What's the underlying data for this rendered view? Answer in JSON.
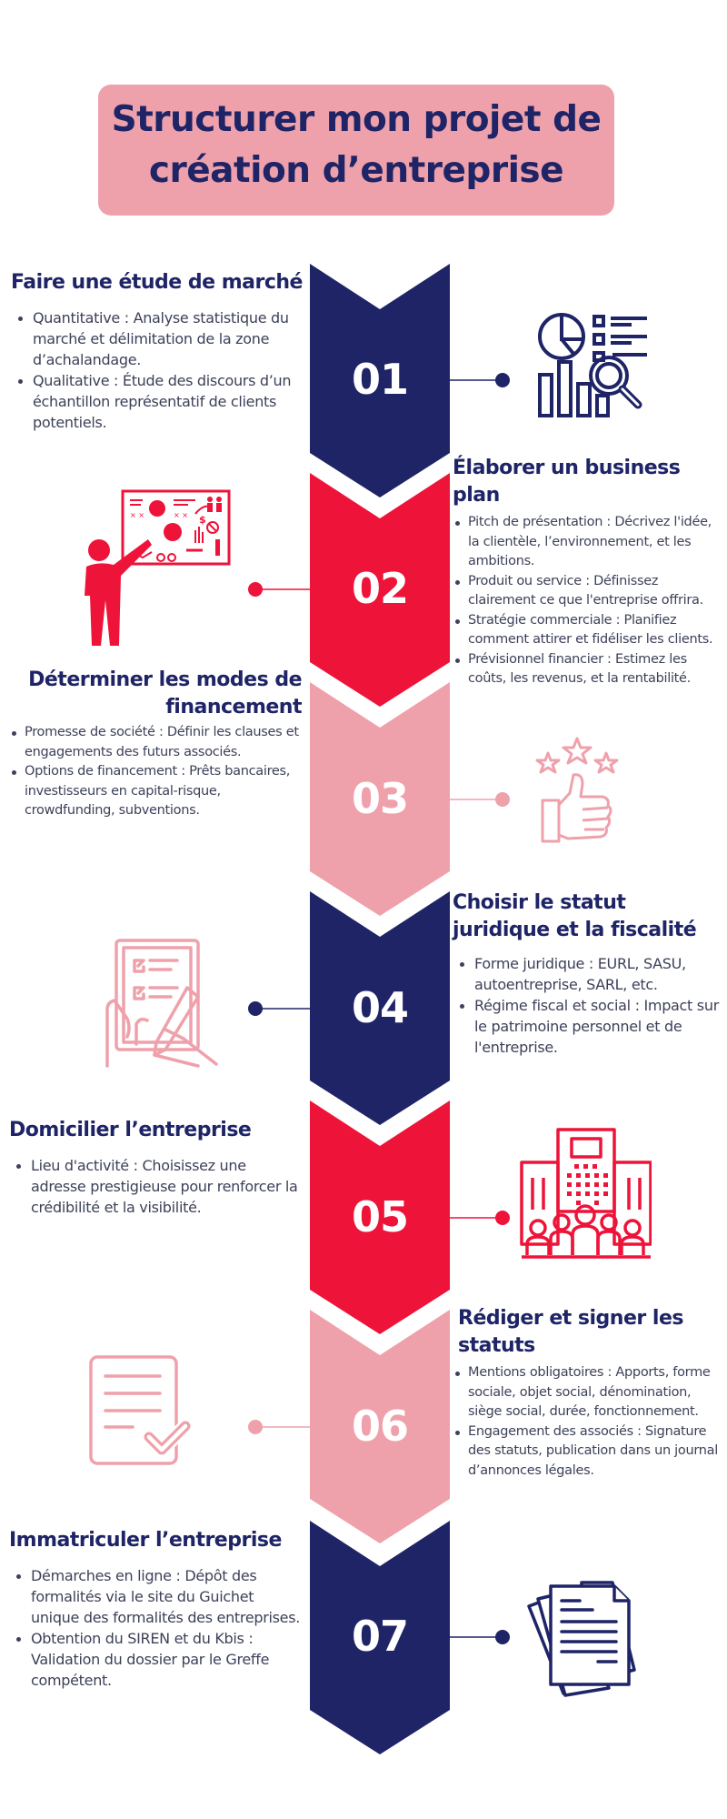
{
  "title": {
    "line1": "Structurer mon projet de",
    "line2": "création d’entreprise"
  },
  "colors": {
    "navy": "#1e2466",
    "red": "#ee1339",
    "pink": "#efa1ab",
    "text": "#3d4159",
    "background": "#ffffff"
  },
  "steps": [
    {
      "number": "01",
      "color": "navy",
      "title": "Faire une étude de marché",
      "icon": "market-analysis-icon",
      "bullets": [
        "Quantitative : Analyse statistique du marché et délimitation de la zone d’achalandage.",
        "Qualitative : Étude des discours d’un échantillon représentatif de clients potentiels."
      ]
    },
    {
      "number": "02",
      "color": "red",
      "title": "Élaborer un business plan",
      "icon": "presentation-board-icon",
      "bullets": [
        "Pitch de présentation : Décrivez l'idée, la clientèle, l’environnement, et les ambitions.",
        "Produit ou service : Définissez clairement ce que l'entreprise offrira.",
        "Stratégie commerciale : Planifiez comment attirer et fidéliser les clients.",
        "Prévisionnel financier : Estimez les coûts, les revenus, et la rentabilité."
      ]
    },
    {
      "number": "03",
      "color": "pink",
      "title": "Déterminer les modes de financement",
      "title_line1": "Déterminer les modes de",
      "title_line2": "financement",
      "icon": "thumbs-up-stars-icon",
      "bullets": [
        "Promesse de société : Définir les clauses et engagements des futurs associés.",
        "Options de financement : Prêts bancaires, investisseurs en capital-risque, crowdfunding, subventions."
      ]
    },
    {
      "number": "04",
      "color": "navy",
      "title": "Choisir le statut juridique et la fiscalité",
      "title_line1": "Choisir le statut",
      "title_line2": "juridique et la fiscalité",
      "icon": "signing-checklist-icon",
      "bullets": [
        "Forme juridique : EURL, SASU, autoentreprise, SARL, etc.",
        "Régime fiscal et social : Impact sur le patrimoine personnel et de l'entreprise."
      ]
    },
    {
      "number": "05",
      "color": "red",
      "title": "Domicilier l’entreprise",
      "icon": "office-building-people-icon",
      "bullets": [
        "Lieu d'activité : Choisissez une adresse prestigieuse pour renforcer la crédibilité et la visibilité."
      ]
    },
    {
      "number": "06",
      "color": "pink",
      "title": "Rédiger et signer les statuts",
      "title_line1": "Rédiger et signer les",
      "title_line2": "statuts",
      "icon": "document-check-icon",
      "bullets": [
        "Mentions obligatoires : Apports, forme sociale, objet social, dénomination, siège social, durée, fonctionnement.",
        "Engagement des associés : Signature des statuts, publication dans un journal d’annonces légales."
      ]
    },
    {
      "number": "07",
      "color": "navy",
      "title": "Immatriculer l’entreprise",
      "icon": "document-stack-icon",
      "bullets": [
        "Démarches en ligne : Dépôt des formalités via le site du Guichet unique des formalités des entreprises.",
        "Obtention du SIREN et du Kbis : Validation du dossier par le Greffe compétent."
      ]
    }
  ]
}
